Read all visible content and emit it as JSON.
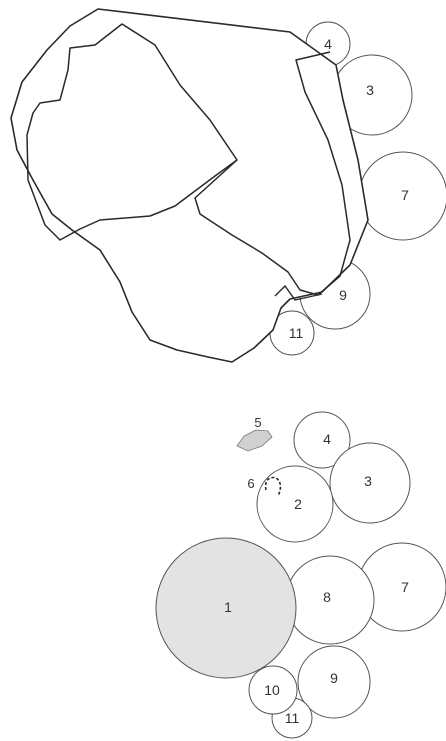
{
  "top_panel": {
    "circles": [
      {
        "label": "4"
      },
      {
        "label": "3"
      },
      {
        "label": "7"
      },
      {
        "label": "9"
      },
      {
        "label": "11"
      }
    ]
  },
  "bottom_panel": {
    "circles": [
      {
        "label": "1"
      },
      {
        "label": "2"
      },
      {
        "label": "3"
      },
      {
        "label": "4"
      },
      {
        "label": "5"
      },
      {
        "label": "6"
      },
      {
        "label": "7"
      },
      {
        "label": "8"
      },
      {
        "label": "9"
      },
      {
        "label": "10"
      },
      {
        "label": "11"
      }
    ]
  },
  "colors": {
    "stroke": "#2a2a2a",
    "circle_stroke": "#555555",
    "fill_large": "#e3e3e3",
    "fill_small": "#d0d0d0",
    "text": "#333333"
  }
}
